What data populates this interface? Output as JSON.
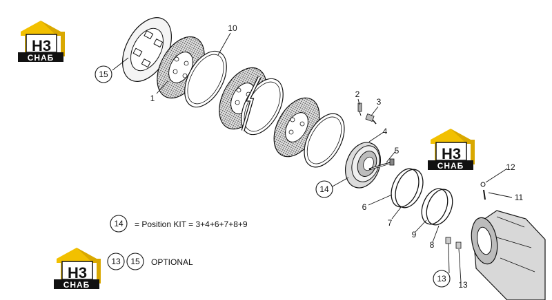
{
  "colors": {
    "accent": "#f2c000",
    "ink": "#111111",
    "friction": "#c8c8c8"
  },
  "logo": {
    "letters": "H3",
    "word": "СНАБ"
  },
  "callouts": {
    "c1": "1",
    "c2": "2",
    "c3": "3",
    "c4": "4",
    "c5": "5",
    "c6": "6",
    "c7": "7",
    "c8": "8",
    "c9": "9",
    "c10": "10",
    "c11": "11",
    "c12": "12",
    "c13": "13",
    "c13b": "13",
    "c14": "14",
    "c15": "15",
    "c14legend": "14",
    "c13legend": "13",
    "c15legend": "15"
  },
  "legend": {
    "kit_text": "= Position KIT = 3+4+6+7+8+9",
    "optional_text": "OPTIONAL"
  }
}
